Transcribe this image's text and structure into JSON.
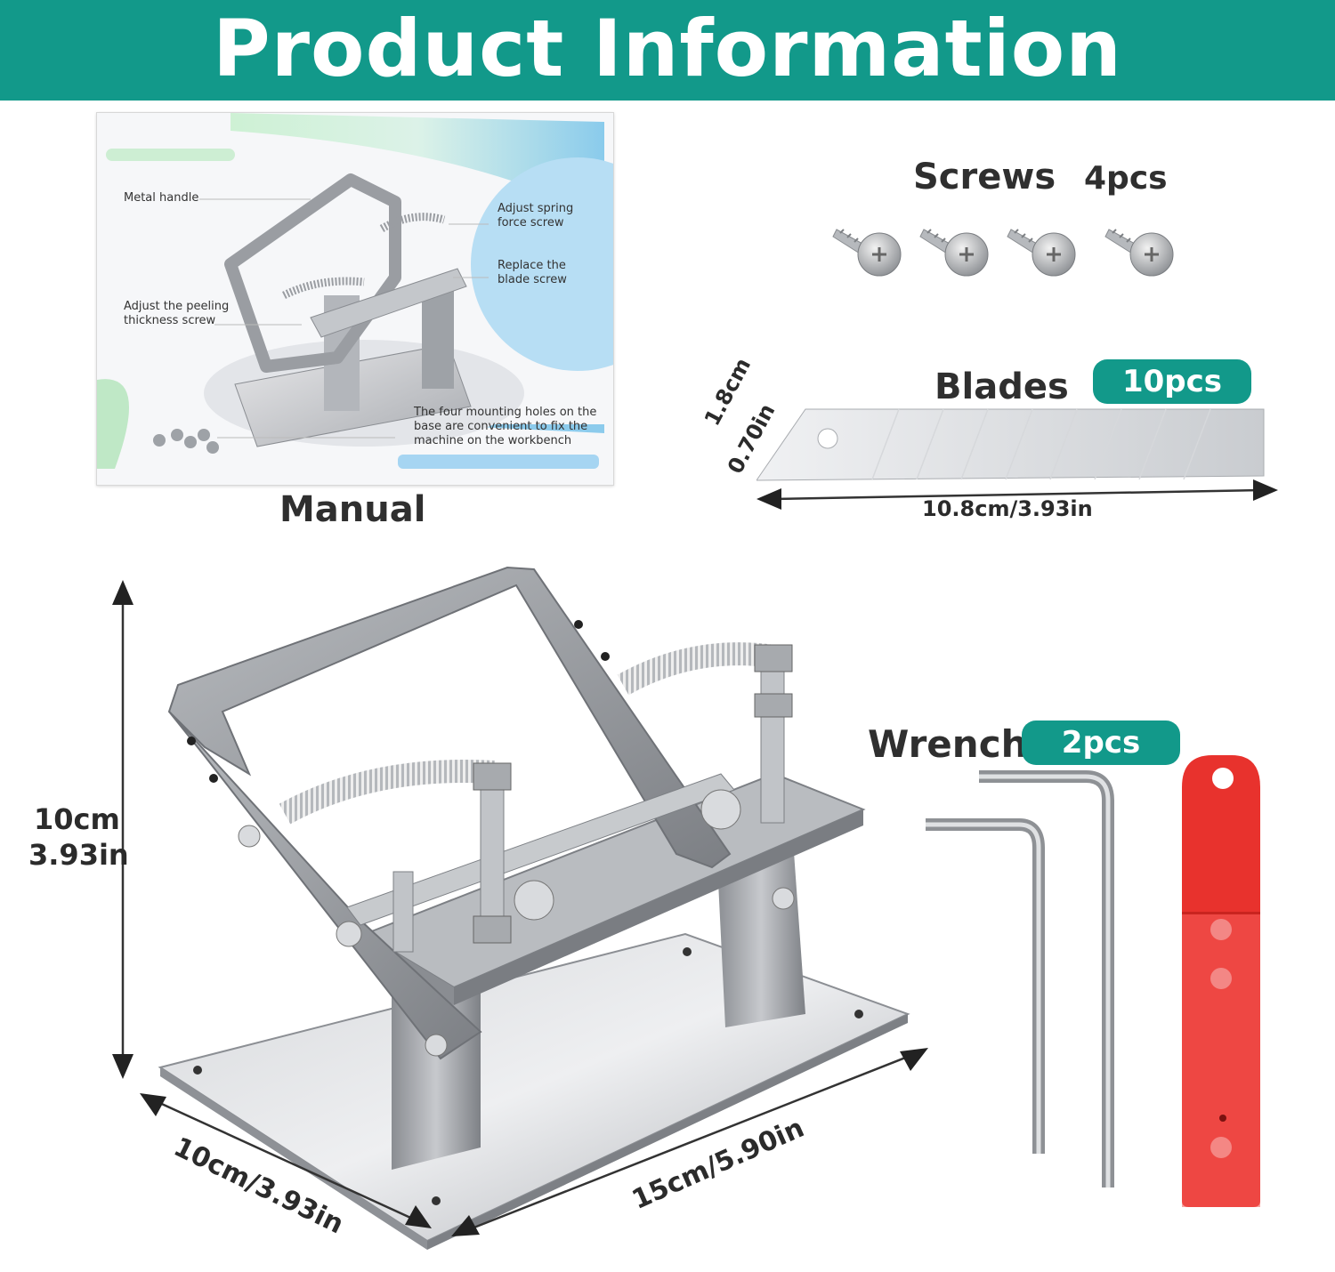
{
  "banner": {
    "title": "Product Information"
  },
  "manual": {
    "caption": "Manual",
    "callouts": {
      "metal_handle": "Metal handle",
      "adjust_spring_1": "Adjust spring",
      "adjust_spring_2": "force screw",
      "replace_blade_1": "Replace the",
      "replace_blade_2": "blade screw",
      "adjust_peeling_1": "Adjust the peeling",
      "adjust_peeling_2": "thickness screw",
      "mounting_1": "The four mounting holes on the",
      "mounting_2": "base are convenient to fix the",
      "mounting_3": "machine on the workbench"
    }
  },
  "screws": {
    "label": "Screws",
    "count": "4pcs"
  },
  "blades": {
    "label": "Blades",
    "count": "10pcs",
    "width_cm": "1.8cm",
    "width_in": "0.70in",
    "length": "10.8cm/3.93in"
  },
  "wrench": {
    "label": "Wrench",
    "count": "2pcs"
  },
  "machine": {
    "height_cm": "10cm",
    "height_in": "3.93in",
    "depth": "10cm/3.93in",
    "width": "15cm/5.90in"
  },
  "colors": {
    "accent": "#12998a",
    "blade_holder": "#e8322d"
  }
}
